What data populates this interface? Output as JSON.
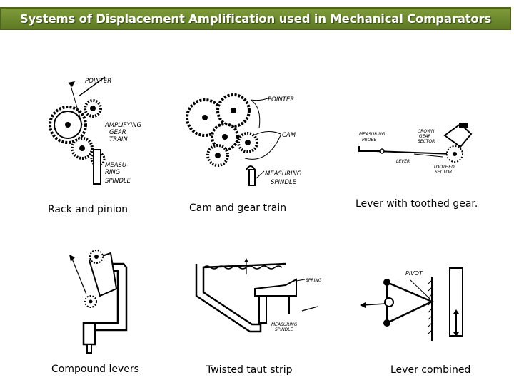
{
  "title": "Systems of Displacement Amplification used in Mechanical Comparators",
  "figures": [
    {
      "caption": "Rack and pinion",
      "labels": {
        "pointer": "POINTER",
        "gear1": "AMPLIFYING",
        "gear2": "GEAR",
        "gear3": "TRAIN",
        "spindle1": "MEASU-",
        "spindle2": "RING",
        "spindle3": "SPINDLE"
      }
    },
    {
      "caption": "Cam and gear train",
      "labels": {
        "pointer": "POINTER",
        "cam": "CAM",
        "spindle1": "MEASURING",
        "spindle2": "SPINDLE"
      }
    },
    {
      "caption": "Lever with toothed gear.",
      "labels": {
        "probe1": "MEASURING",
        "probe2": "PROBE",
        "crown1": "CROWN",
        "crown2": "GEAR",
        "crown3": "SECTOR",
        "lever": "LEVER",
        "toothed1": "TOOTHED",
        "toothed2": "SECTOR"
      }
    },
    {
      "caption": "Compound levers",
      "labels": {}
    },
    {
      "caption": "Twisted taut strip",
      "labels": {
        "spring": "SPRING",
        "spindle1": "MEASURING",
        "spindle2": "SPINDLE"
      }
    },
    {
      "caption": "Lever combined",
      "labels": {
        "pivot": "PIVOT"
      }
    }
  ]
}
